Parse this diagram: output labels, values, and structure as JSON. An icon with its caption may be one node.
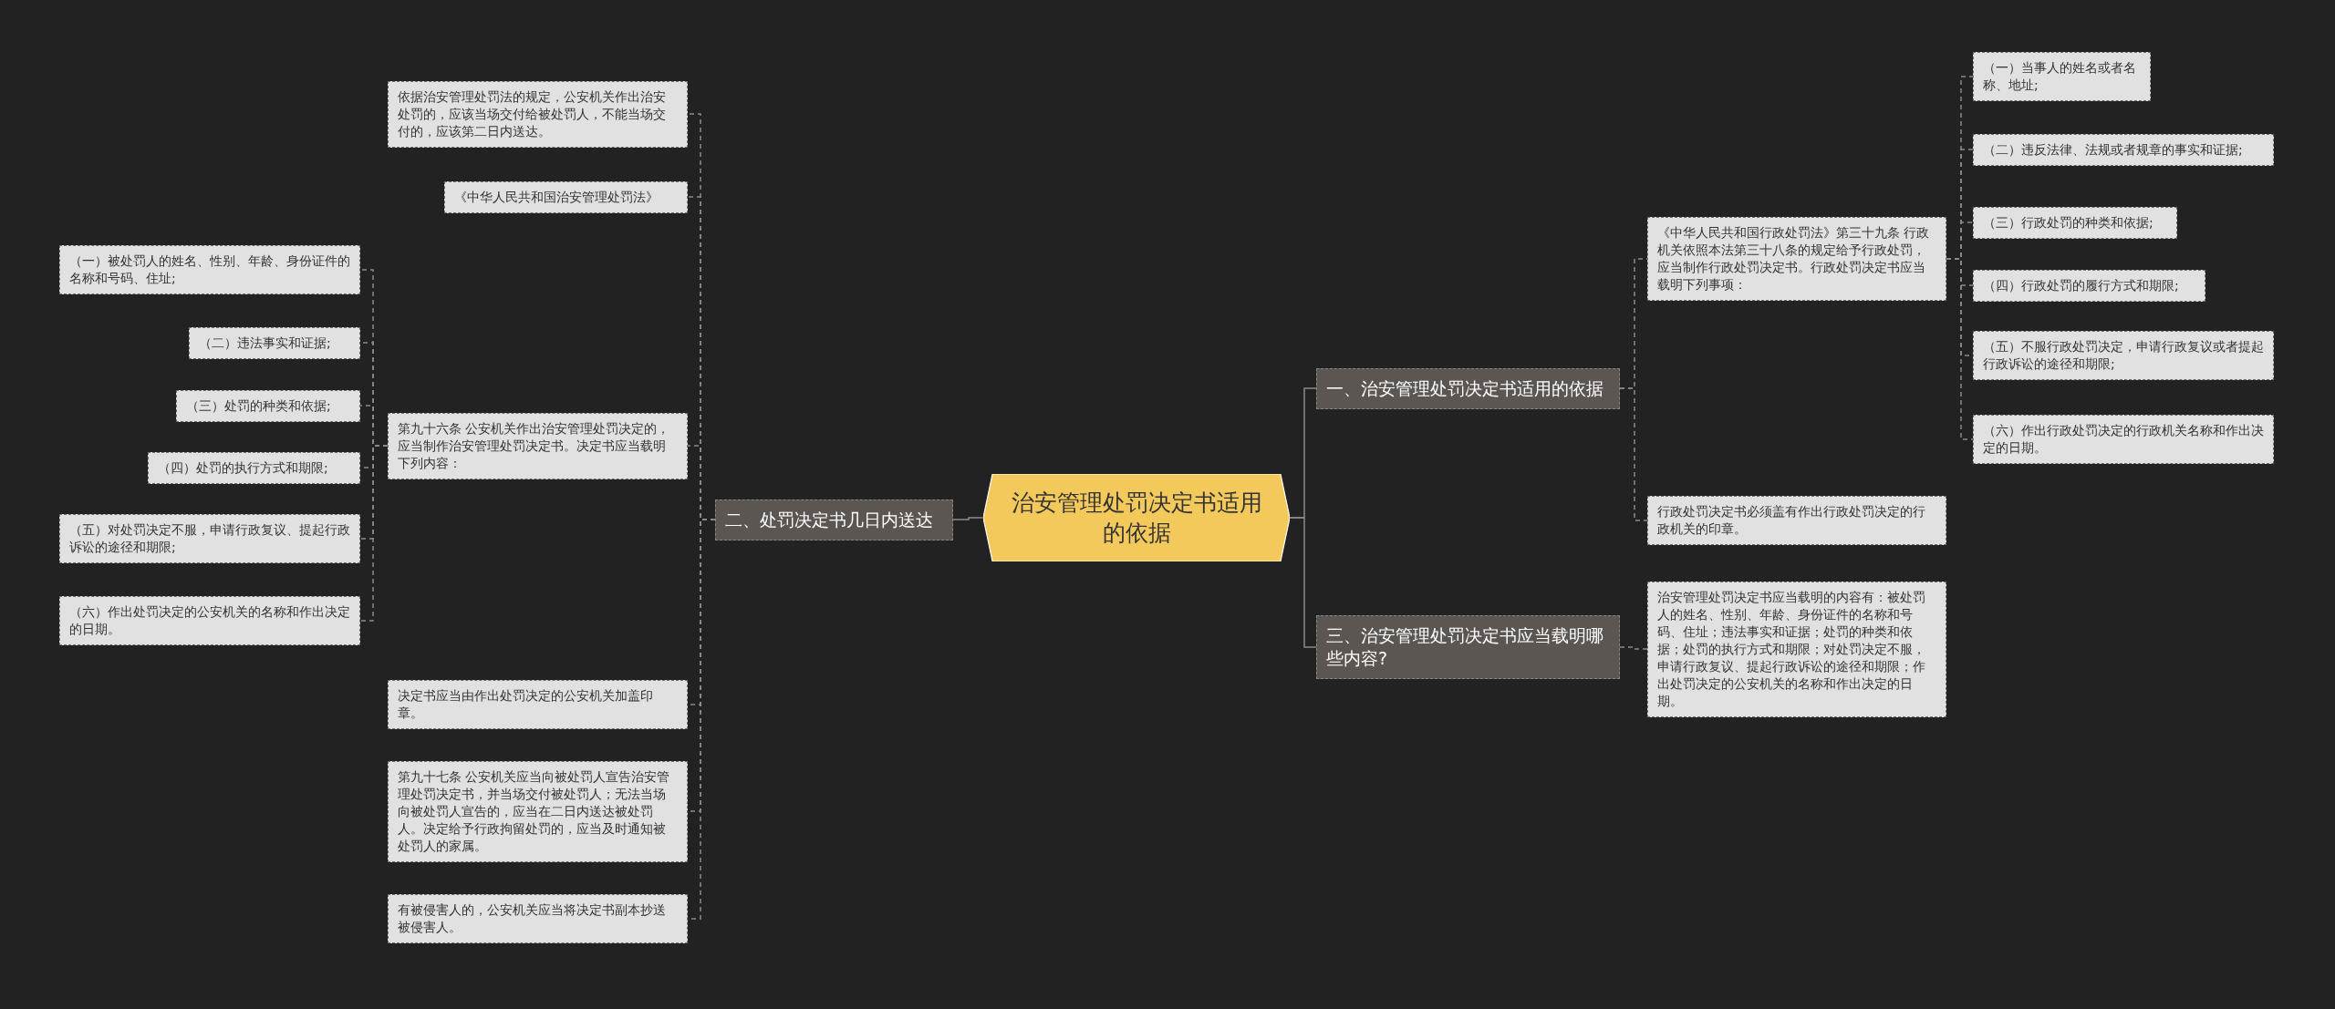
{
  "diagram": {
    "nodes": [
      {
        "text": [
          "治安管理处罚决定书适用的依据"
        ]
      },
      {
        "text": [
          "一、治安管理处罚决定书适用的依据"
        ]
      },
      {
        "text": [
          "《中华人民共和国行政处罚法》第三十九条 行政机关依照本法第三十八条的规定给予行政处罚，应当制作行政处罚决定书。行政处罚决定书应当载明下列事项："
        ]
      },
      {
        "text": [
          "（一）当事人的姓名或者名称、地址;"
        ]
      },
      {
        "text": [
          "（二）违反法律、法规或者规章的事实和证据;"
        ]
      },
      {
        "text": [
          "（三）行政处罚的种类和依据;"
        ]
      },
      {
        "text": [
          "（四）行政处罚的履行方式和期限;"
        ]
      },
      {
        "text": [
          "（五）不服行政处罚决定，申请行政复议或者提起行政诉讼的途径和期限;"
        ]
      },
      {
        "text": [
          "（六）作出行政处罚决定的行政机关名称和作出决定的日期。"
        ]
      },
      {
        "text": [
          "行政处罚决定书必须盖有作出行政处罚决定的行政机关的印章。"
        ]
      },
      {
        "text": [
          "三、治安管理处罚决定书应当载明哪些内容?"
        ]
      },
      {
        "text": [
          "治安管理处罚决定书应当载明的内容有：被处罚人的姓名、性别、年龄、身份证件的名称和号码、住址；违法事实和证据；处罚的种类和依据；处罚的执行方式和期限；对处罚决定不服，申请行政复议、提起行政诉讼的途径和期限；作出处罚决定的公安机关的名称和作出决定的日期。"
        ]
      },
      {
        "text": [
          "二、处罚决定书几日内送达"
        ]
      },
      {
        "text": [
          "依据治安管理处罚法的规定，公安机关作出治安处罚的，应该当场交付给被处罚人，不能当场交付的，应该第二日内送达。"
        ]
      },
      {
        "text": [
          "《中华人民共和国治安管理处罚法》"
        ]
      },
      {
        "text": [
          "第九十六条 公安机关作出治安管理处罚决定的，应当制作治安管理处罚决定书。决定书应当载明下列内容："
        ]
      },
      {
        "text": [
          "（一）被处罚人的姓名、性别、年龄、身份证件的名称和号码、住址;"
        ]
      },
      {
        "text": [
          "（二）违法事实和证据;"
        ]
      },
      {
        "text": [
          "（三）处罚的种类和依据;"
        ]
      },
      {
        "text": [
          "（四）处罚的执行方式和期限;"
        ]
      },
      {
        "text": [
          "（五）对处罚决定不服，申请行政复议、提起行政诉讼的途径和期限;"
        ]
      },
      {
        "text": [
          "（六）作出处罚决定的公安机关的名称和作出决定的日期。"
        ]
      },
      {
        "text": [
          "决定书应当由作出处罚决定的公安机关加盖印章。"
        ]
      },
      {
        "text": [
          "第九十七条 公安机关应当向被处罚人宣告治安管理处罚决定书，并当场交付被处罚人；无法当场向被处罚人宣告的，应当在二日内送达被处罚人。决定给予行政拘留处罚的，应当及时通知被处罚人的家属。"
        ]
      },
      {
        "text": [
          "有被侵害人的，公安机关应当将决定书副本抄送被侵害人。"
        ]
      }
    ],
    "edges": [
      {
        "from": 0,
        "to": 1,
        "arrow": "none"
      },
      {
        "from": 1,
        "to": 2,
        "arrow": "none",
        "style": "dashed"
      },
      {
        "from": 2,
        "to": 3,
        "arrow": "none",
        "style": "dashed"
      },
      {
        "from": 2,
        "to": 4,
        "arrow": "none",
        "style": "dashed"
      },
      {
        "from": 2,
        "to": 5,
        "arrow": "none",
        "style": "dashed"
      },
      {
        "from": 2,
        "to": 6,
        "arrow": "none",
        "style": "dashed"
      },
      {
        "from": 2,
        "to": 7,
        "arrow": "none",
        "style": "dashed"
      },
      {
        "from": 2,
        "to": 8,
        "arrow": "none",
        "style": "dashed"
      },
      {
        "from": 1,
        "to": 9,
        "arrow": "none",
        "style": "dashed"
      },
      {
        "from": 0,
        "to": 10,
        "arrow": "none"
      },
      {
        "from": 10,
        "to": 11,
        "arrow": "none",
        "style": "dashed"
      },
      {
        "from": 0,
        "to": 12,
        "arrow": "none"
      },
      {
        "from": 12,
        "to": 13,
        "arrow": "none",
        "style": "dashed"
      },
      {
        "from": 12,
        "to": 14,
        "arrow": "none",
        "style": "dashed"
      },
      {
        "from": 12,
        "to": 15,
        "arrow": "none",
        "style": "dashed"
      },
      {
        "from": 15,
        "to": 16,
        "arrow": "none",
        "style": "dashed"
      },
      {
        "from": 15,
        "to": 17,
        "arrow": "none",
        "style": "dashed"
      },
      {
        "from": 15,
        "to": 18,
        "arrow": "none",
        "style": "dashed"
      },
      {
        "from": 15,
        "to": 19,
        "arrow": "none",
        "style": "dashed"
      },
      {
        "from": 15,
        "to": 20,
        "arrow": "none",
        "style": "dashed"
      },
      {
        "from": 15,
        "to": 21,
        "arrow": "none",
        "style": "dashed"
      },
      {
        "from": 12,
        "to": 22,
        "arrow": "none",
        "style": "dashed"
      },
      {
        "from": 12,
        "to": 23,
        "arrow": "none",
        "style": "dashed"
      },
      {
        "from": 12,
        "to": 24,
        "arrow": "none",
        "style": "dashed"
      }
    ]
  }
}
